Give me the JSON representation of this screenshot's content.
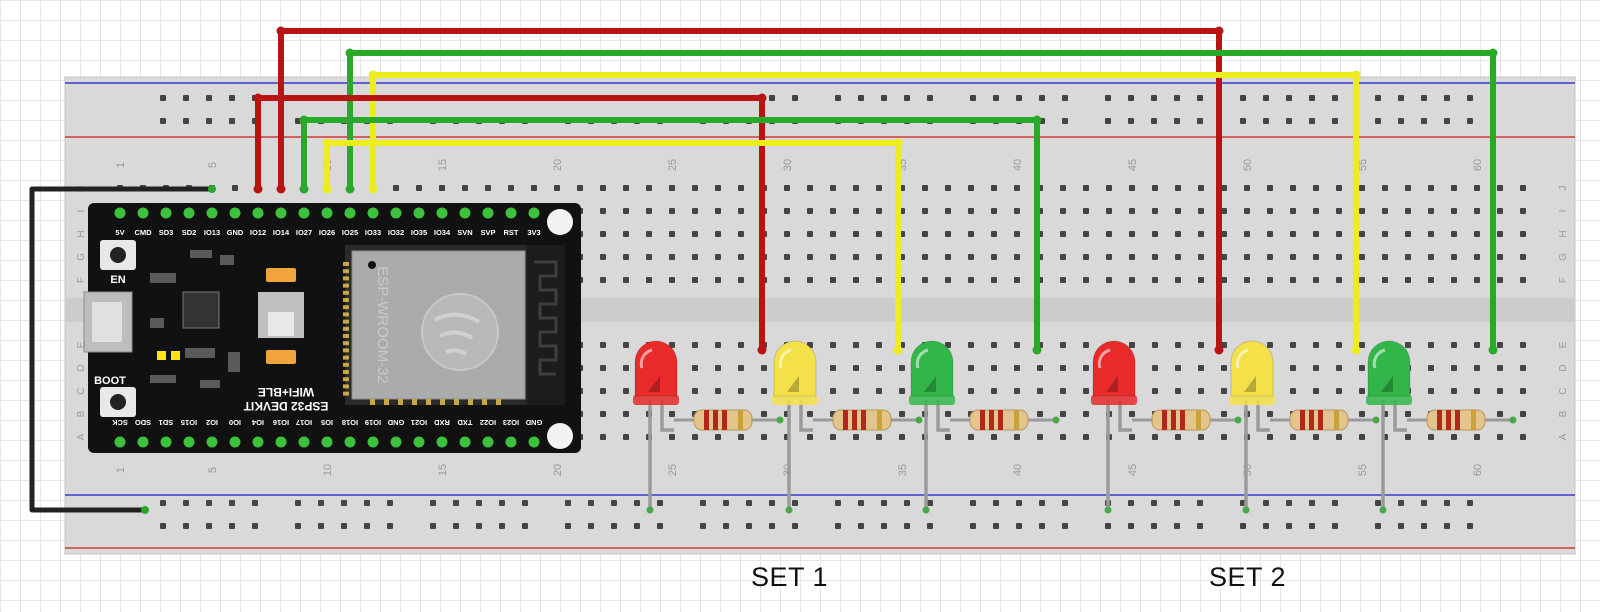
{
  "breadboard": {
    "row_letters_top": [
      "J",
      "I",
      "H",
      "G",
      "F"
    ],
    "row_letters_bottom": [
      "E",
      "D",
      "C",
      "B",
      "A"
    ],
    "column_numbers": [
      "1",
      "5",
      "10",
      "15",
      "20",
      "25",
      "30",
      "35",
      "40",
      "45",
      "50",
      "55",
      "60"
    ]
  },
  "esp32": {
    "top_pins": [
      "5V",
      "CMD",
      "SD3",
      "SD2",
      "IO13",
      "GND",
      "IO12",
      "IO14",
      "IO27",
      "IO26",
      "IO25",
      "IO33",
      "IO32",
      "IO35",
      "IO34",
      "SVN",
      "SVP",
      "RST",
      "3V3"
    ],
    "bottom_pins": [
      "SCK",
      "SDO",
      "SD1",
      "IO15",
      "IO2",
      "IO0",
      "IO4",
      "IO16",
      "IO17",
      "IO5",
      "IO18",
      "IO19",
      "GND",
      "IO21",
      "RXD",
      "TXD",
      "IO22",
      "IO23",
      "GND"
    ],
    "button_en": "EN",
    "button_boot": "BOOT",
    "title_line1": "WIFI+BLE",
    "title_line2": "ESP32 DEVKIT",
    "module_label": "ESP-WROOM-32"
  },
  "sets": [
    {
      "label": "SET 1",
      "leds": [
        "red",
        "yellow",
        "green"
      ]
    },
    {
      "label": "SET 2",
      "leds": [
        "red",
        "yellow",
        "green"
      ]
    }
  ],
  "colors": {
    "wire_red": "#b81414",
    "wire_green": "#2aa82a",
    "wire_yellow": "#ecec1e",
    "wire_black": "#222222",
    "led_red": "#e82a2a",
    "led_yellow": "#f4e14a",
    "led_green": "#32b64a"
  }
}
